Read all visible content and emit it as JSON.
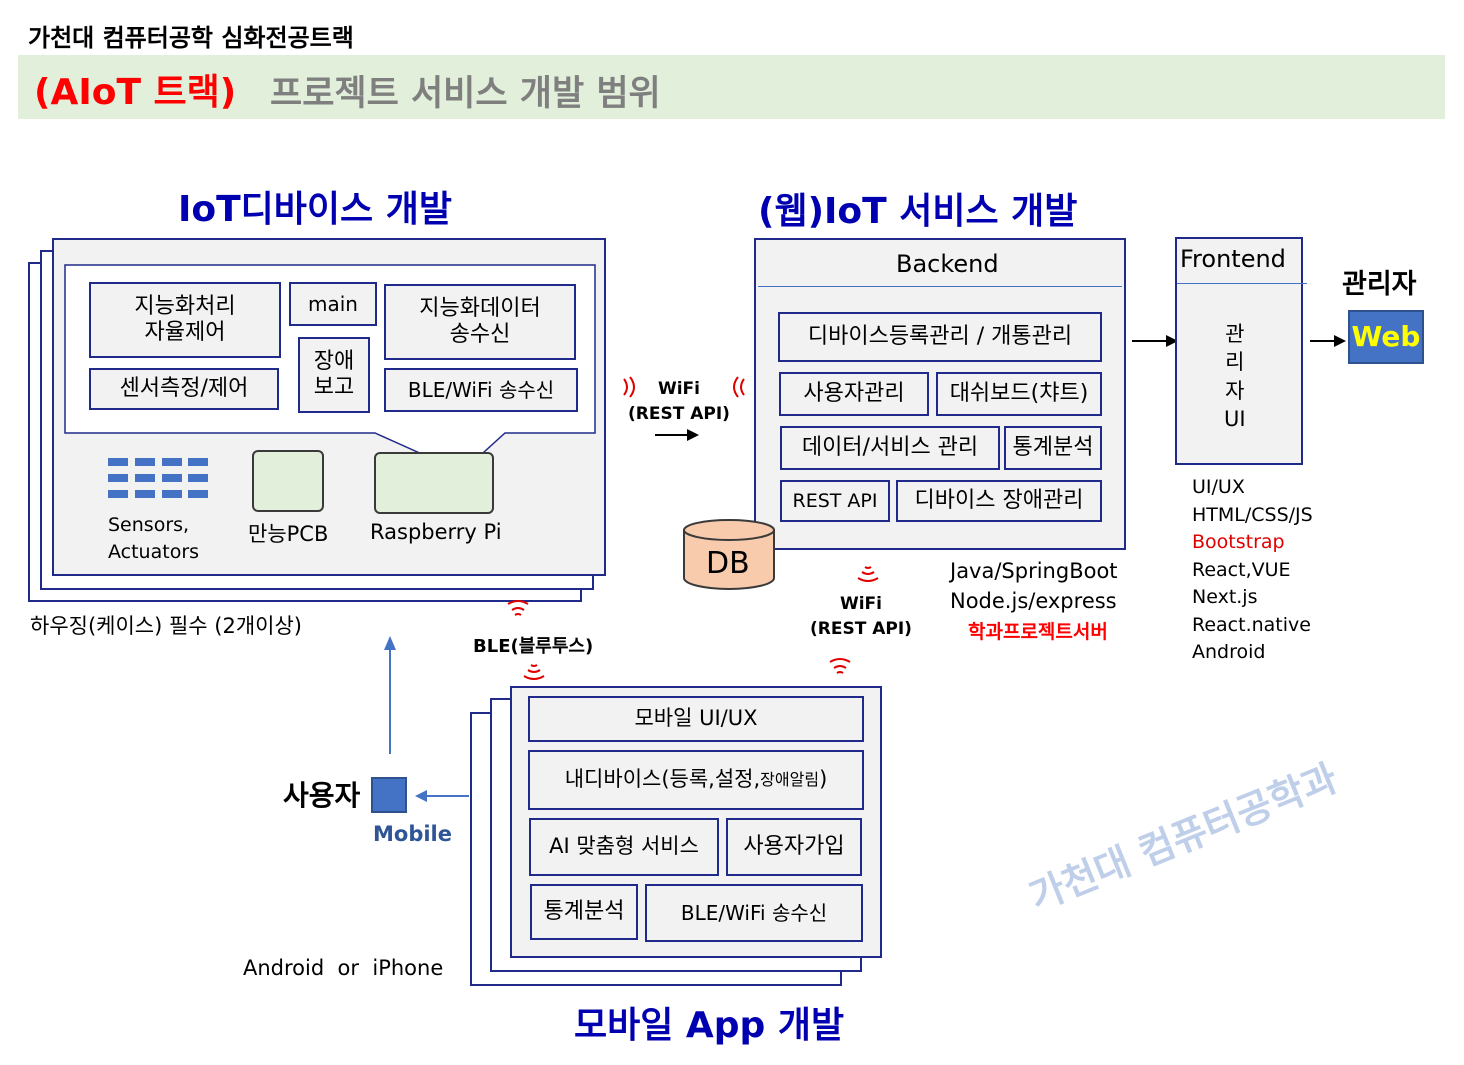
{
  "header": {
    "school": "가천대 컴퓨터공학 심화전공트랙",
    "track": "(AIoT 트랙)",
    "subtitle": "프로젝트 서비스 개발 범위"
  },
  "iot_device": {
    "title": "IoT디바이스 개발",
    "modules": {
      "intelligence": "지능화처리\n자율제어",
      "main": "main",
      "data_txrx": "지능화데이터\n송수신",
      "fault_report": "장애\n보고",
      "sensor": "센서측정/제어",
      "ble_wifi": "BLE/WiFi 송수신"
    },
    "hardware": {
      "sensors": "Sensors,\nActuators",
      "pcb": "만능PCB",
      "raspberry": "Raspberry Pi"
    },
    "housing": "하우징(케이스) 필수 (2개이상)"
  },
  "links": {
    "wifi_top": "WiFi\n(REST API)",
    "wifi_bottom": "WiFi\n(REST API)",
    "ble": "BLE(블루투스)"
  },
  "web_service": {
    "title": "(웹)IoT 서비스 개발",
    "backend_label": "Backend",
    "items": {
      "device_reg": "디바이스등록관리 / 개통관리",
      "user_mgmt": "사용자관리",
      "dashboard": "대쉬보드(챠트)",
      "data_service": "데이터/서비스 관리",
      "stats": "통계분석",
      "rest_api": "REST API",
      "device_fault": "디바이스 장애관리"
    },
    "db": "DB",
    "tech": "Java/SpringBoot\nNode.js/express",
    "server": "학과프로젝트서버"
  },
  "frontend": {
    "label": "Frontend",
    "admin_ui": "관\n리\n자\nUI",
    "tech": [
      "UI/UX",
      "HTML/CSS/JS",
      "Bootstrap",
      "React,VUE",
      "Next.js",
      "React.native",
      "Android"
    ],
    "highlight_color": "#e00000"
  },
  "admin": {
    "label": "관리자",
    "web": "Web"
  },
  "mobile": {
    "title": "모바일 App 개발",
    "items": {
      "ui": "모바일 UI/UX",
      "my_device_main": "내디바이스(등록,설정,",
      "my_device_small": "장애알림",
      "my_device_end": ")",
      "ai": "AI 맞춤형 서비스",
      "signup": "사용자가입",
      "stats": "통계분석",
      "ble_wifi": "BLE/WiFi 송수신"
    },
    "user": "사용자",
    "mobile_label": "Mobile",
    "platform": "Android  or  iPhone"
  },
  "watermark": "가천대 컴퓨터공학과",
  "colors": {
    "accent_red": "#ff0000",
    "navy": "#0000b0",
    "border": "#1f2a8a",
    "header_bg": "#e2efda",
    "web_bg": "#4472c4",
    "web_text": "#ffff00"
  }
}
